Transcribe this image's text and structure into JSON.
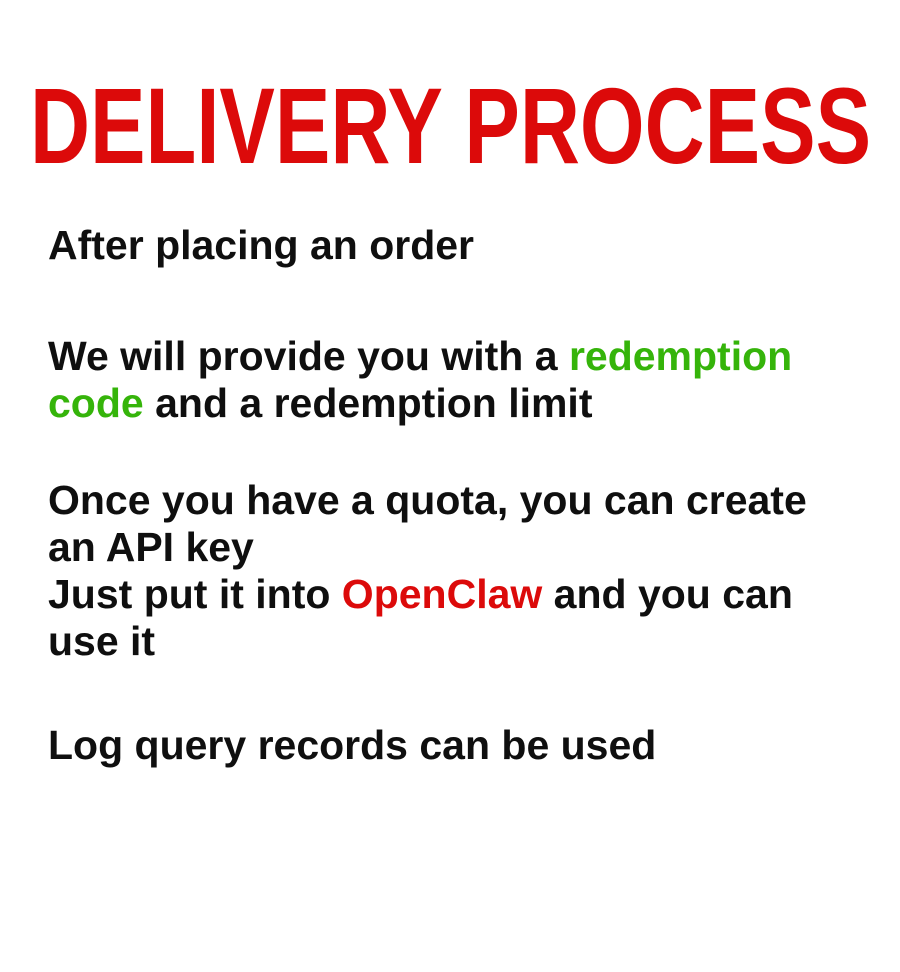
{
  "colors": {
    "background": "#ffffff",
    "title_red": "#dc0a0a",
    "accent_red": "#dc0a0a",
    "accent_green": "#35b40a",
    "text_black": "#0f0f0f"
  },
  "title": {
    "text": "DELIVERY PROCESS",
    "color": "#dc0a0a"
  },
  "content": {
    "paragraphs": [
      {
        "lines": [
          {
            "segments": [
              {
                "text": "After placing an order",
                "color": "#0f0f0f"
              }
            ]
          }
        ]
      },
      {
        "lines": [
          {
            "segments": [
              {
                "text": "We will provide you with a ",
                "color": "#0f0f0f"
              },
              {
                "text": "redemption",
                "color": "#35b40a"
              }
            ]
          },
          {
            "segments": [
              {
                "text": "code",
                "color": "#35b40a"
              },
              {
                "text": " and a redemption limit",
                "color": "#0f0f0f"
              }
            ]
          }
        ]
      },
      {
        "lines": [
          {
            "segments": [
              {
                "text": "Once you have a quota, you can create",
                "color": "#0f0f0f"
              }
            ]
          },
          {
            "segments": [
              {
                "text": "an API key",
                "color": "#0f0f0f"
              }
            ]
          },
          {
            "segments": [
              {
                "text": "Just put it into ",
                "color": "#0f0f0f"
              },
              {
                "text": "OpenClaw",
                "color": "#dc0a0a"
              },
              {
                "text": " and you can",
                "color": "#0f0f0f"
              }
            ]
          },
          {
            "segments": [
              {
                "text": "use it",
                "color": "#0f0f0f"
              }
            ]
          }
        ]
      },
      {
        "lines": [
          {
            "segments": [
              {
                "text": "Log query records can be used",
                "color": "#0f0f0f"
              }
            ]
          }
        ]
      }
    ]
  }
}
